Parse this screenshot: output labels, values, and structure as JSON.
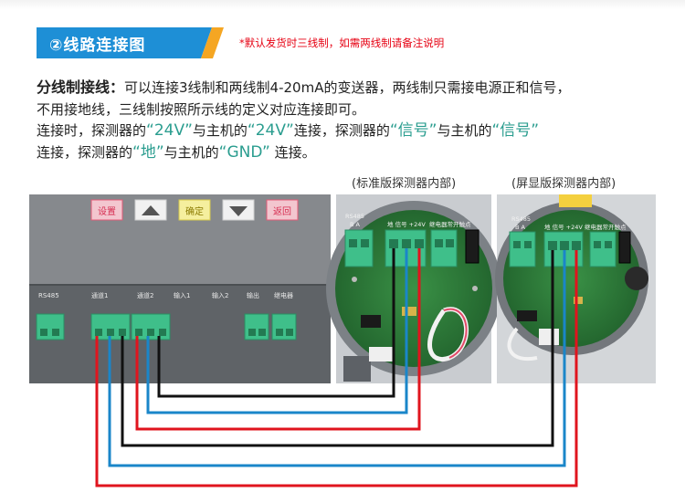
{
  "section": {
    "title": "②线路连接图"
  },
  "note": "*默认发货时三线制，如需两线制请备注说明",
  "intro": {
    "lead": "分线制接线：",
    "line1": "可以连接3线制和两线制4-20mA的变送器，两线制只需接电源正和信号，",
    "line2": "不用接地线，三线制按照所示线的定义对应连接即可。",
    "line3_a": "连接时，探测器的",
    "hl_24v": "“24V”",
    "line3_b": "与主机的",
    "line3_c": "连接，探测器的",
    "hl_signal": "“信号”",
    "line3_d": "与主机的",
    "line4_a": "连接，探测器的",
    "hl_ground": "“地”",
    "line4_b": "与主机的",
    "hl_gnd": "“GND”",
    "line4_c": "连接。"
  },
  "captions": {
    "standard": "(标准版探测器内部)",
    "display": "(屏显版探测器内部)"
  },
  "controller": {
    "buttons": {
      "set": "设置",
      "confirm": "确定",
      "back": "返回"
    },
    "labels": [
      "RS485",
      "通道1",
      "通道2",
      "输入1",
      "输入2",
      "输出",
      "继电器"
    ]
  },
  "detector_labels": {
    "rs485": "RS485",
    "ba": "B  A",
    "terminal": "地 信号 +24V",
    "relay": "继电器常开触点"
  },
  "colors": {
    "tab": "#1e8fd6",
    "tab_accent": "#f5a623",
    "note": "#e60012",
    "highlight": "#2a9d8f",
    "wire_black": "#111111",
    "wire_red": "#e0141e",
    "wire_blue": "#1a86c9",
    "pcb": "#2f7f3a",
    "terminal": "#3fbf8a"
  }
}
